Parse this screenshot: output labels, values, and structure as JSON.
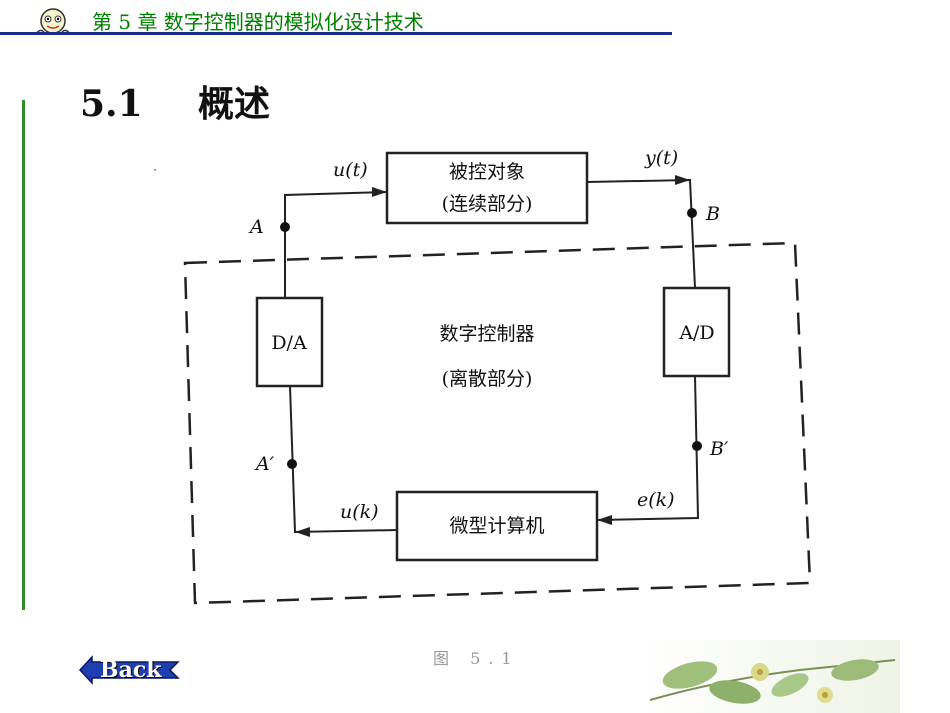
{
  "header": {
    "chapter_title": "第 5 章  数字控制器的模拟化设计技术"
  },
  "section": {
    "number": "5.1",
    "title": "概述"
  },
  "diagram": {
    "plant_line1": "被控对象",
    "plant_line2": "(连续部分)",
    "controller_line1": "数字控制器",
    "controller_line2": "(离散部分)",
    "da_label": "D/A",
    "ad_label": "A/D",
    "computer_label": "微型计算机",
    "signal_ut": "u(t)",
    "signal_yt": "y(t)",
    "signal_uk": "u(k)",
    "signal_ek": "e(k)",
    "point_a": "A",
    "point_b": "B",
    "point_a_prime": "A′",
    "point_b_prime": "B′"
  },
  "caption_fragment": "图 5.1",
  "nav": {
    "back_label": "Back"
  }
}
